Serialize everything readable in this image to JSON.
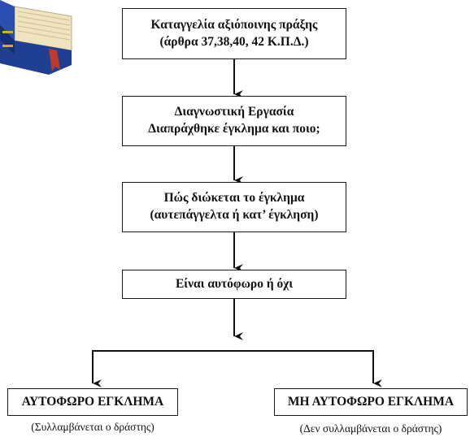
{
  "flow": {
    "step1": {
      "line1": "Καταγγελία αξιόποινης πράξης",
      "line2": "(άρθρα 37,38,40, 42 Κ.Π.Δ.)"
    },
    "step2": {
      "line1": "Διαγνωστική Εργασία",
      "line2": "Διαπράχθηκε έγκλημα και ποιο;"
    },
    "step3": {
      "line1": "Πώς διώκεται το έγκλημα",
      "line2": "(αυτεπάγγελτα ή κατ’ έγκληση)"
    },
    "step4": {
      "line1": "Είναι αυτόφωρο ή όχι"
    }
  },
  "outcomes": {
    "left": {
      "title": "ΑΥΤΟΦΩΡΟ ΕΓΚΛΗΜΑ",
      "note": "(Συλλαμβάνεται ο δράστης)"
    },
    "right": {
      "title": "ΜΗ ΑΥΤΟΦΩΡΟ ΕΓΚΛΗΜΑ",
      "note": "(Δεν συλλαμβάνεται ο δράστης)"
    }
  },
  "colors": {
    "book_cover": "#1f3f93",
    "book_pages": "#efe3c0",
    "ribbon": "#c0392b",
    "line": "#111111"
  },
  "icons": {
    "book": "law-book-icon"
  }
}
